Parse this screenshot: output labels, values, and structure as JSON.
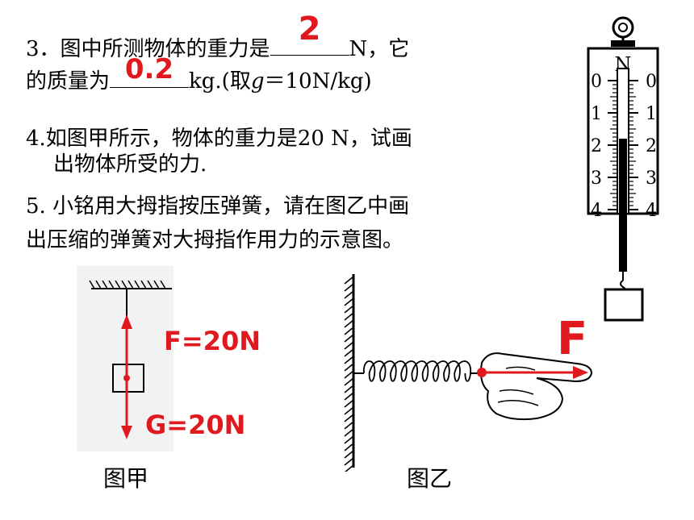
{
  "q3": {
    "line1_prefix": "3．图中所测物体的重力是",
    "answer1": "2",
    "line1_suffix": "N，它",
    "line2_prefix": "的质量为",
    "answer2": "0.2",
    "line2_mid": "kg.(取",
    "g_symbol": "g",
    "line2_suffix": "＝10N/kg)"
  },
  "q4": {
    "line1": "4.如图甲所示，物体的重力是20 N，试画",
    "line2": "出物体所受的力."
  },
  "q5": {
    "line1": "5.  小铭用大拇指按压弹簧，请在图乙中画",
    "line2": "出压缩的弹簧对大拇指作用力的示意图。"
  },
  "fig_jia": {
    "label_up": "F=20N",
    "label_down": "G=20N",
    "caption": "图甲"
  },
  "fig_yi": {
    "force_label": "F",
    "caption": "图乙"
  },
  "spring_scale": {
    "unit": "N",
    "ticks": [
      "0",
      "1",
      "2",
      "3",
      "4"
    ]
  },
  "colors": {
    "answer_red": "#e0191f"
  }
}
